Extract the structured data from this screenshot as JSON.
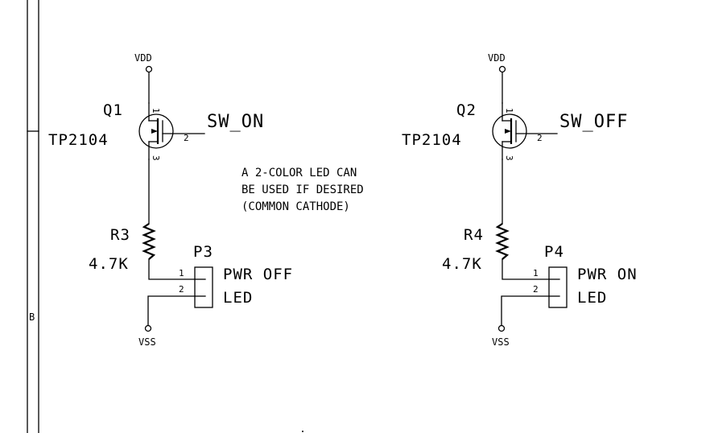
{
  "frame": {
    "zone_label": "B"
  },
  "left_circuit": {
    "supply": "VDD",
    "transistor_ref": "Q1",
    "transistor_part": "TP2104",
    "gate_pin": "2",
    "drain_pin": "1",
    "source_pin": "3",
    "gate_net": "SW_ON",
    "resistor_ref": "R3",
    "resistor_value": "4.7K",
    "connector_ref": "P3",
    "pin1": "1",
    "pin2": "2",
    "label_line1": "PWR OFF",
    "label_line2": "LED",
    "ground": "VSS"
  },
  "right_circuit": {
    "supply": "VDD",
    "transistor_ref": "Q2",
    "transistor_part": "TP2104",
    "gate_pin": "2",
    "drain_pin": "1",
    "source_pin": "3",
    "gate_net": "SW_OFF",
    "resistor_ref": "R4",
    "resistor_value": "4.7K",
    "connector_ref": "P4",
    "pin1": "1",
    "pin2": "2",
    "label_line1": "PWR ON",
    "label_line2": "LED",
    "ground": "VSS"
  },
  "note": {
    "line1": "A 2-COLOR LED CAN",
    "line2": "BE USED IF DESIRED",
    "line3": "(COMMON CATHODE)"
  }
}
